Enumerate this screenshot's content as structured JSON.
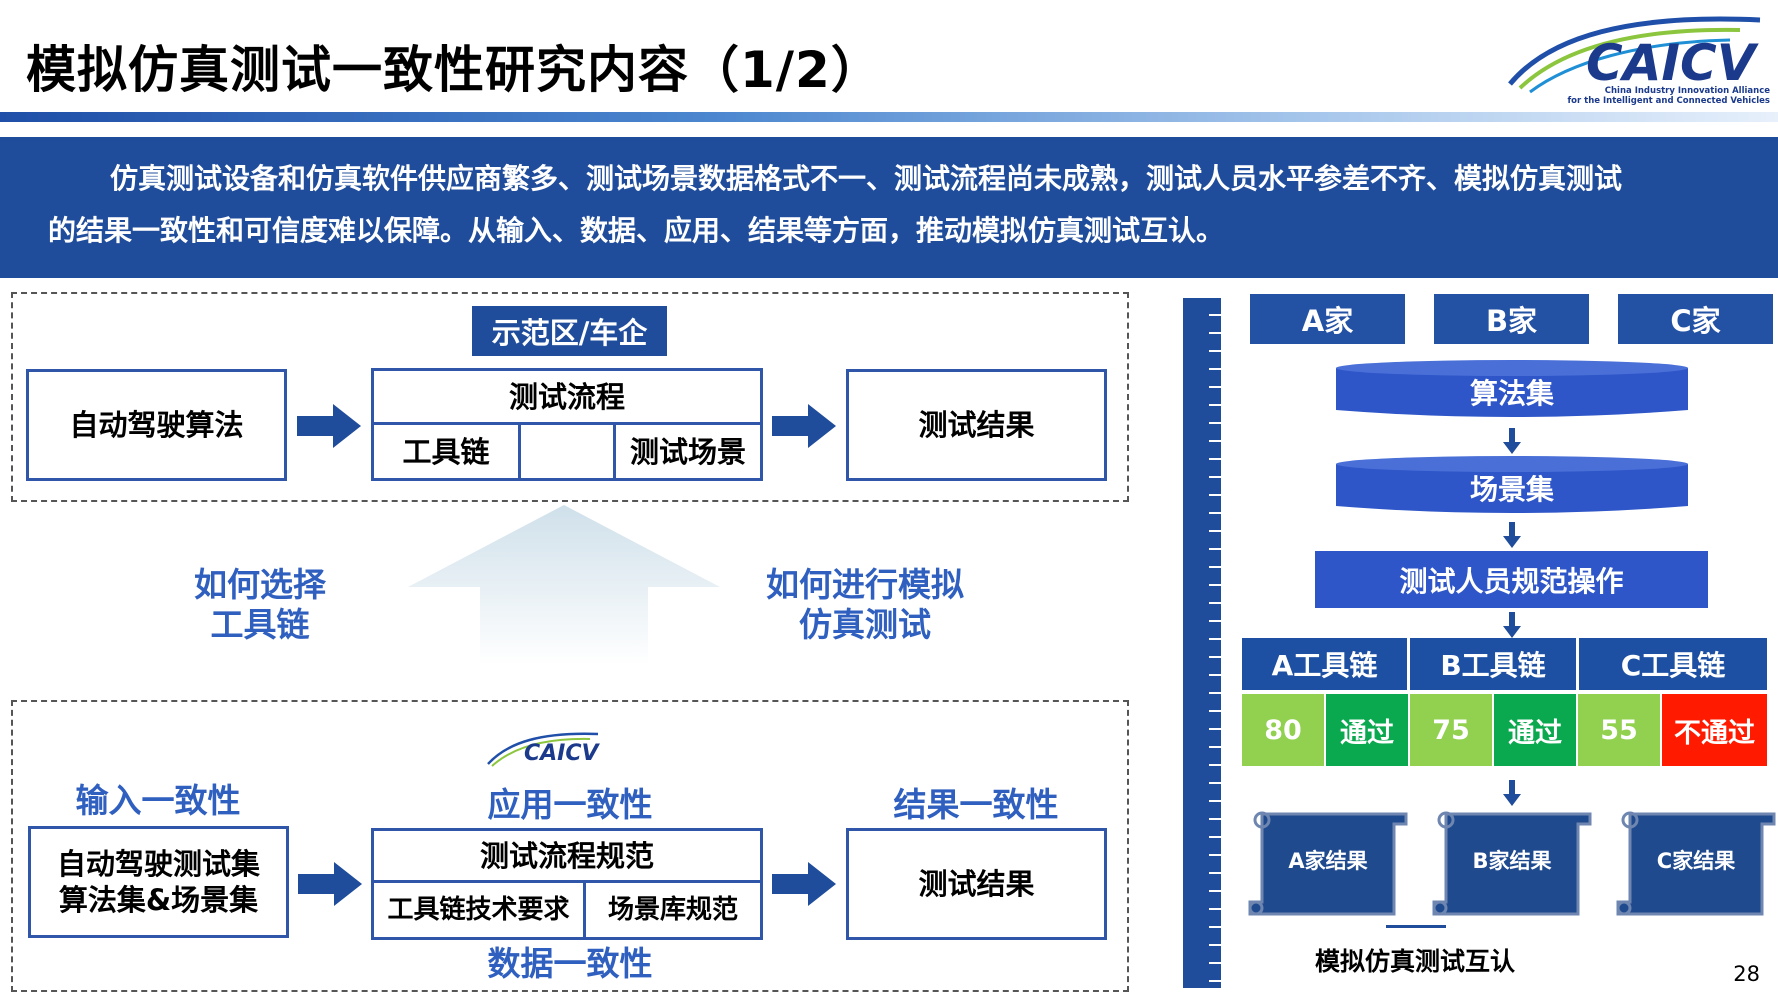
{
  "header": {
    "title": "模拟仿真测试一致性研究内容（1/2）",
    "logo_text": "CAICV",
    "logo_sub": [
      "China Industry Innovation Alliance",
      "for the Intelligent and Connected Vehicles"
    ]
  },
  "banner": {
    "line1": "仿真测试设备和仿真软件供应商繁多、测试场景数据格式不一、测试流程尚未成熟，测试人员水平参差不齐、模拟仿真测试",
    "line2": "的结果一致性和可信度难以保障。从输入、数据、应用、结果等方面，推动模拟仿真测试互认。"
  },
  "top_panel": {
    "tag": "示范区/车企",
    "algorithm": "自动驾驶算法",
    "process": "测试流程",
    "toolchain": "工具链",
    "scenario": "测试场景",
    "result": "测试结果"
  },
  "middle": {
    "left_question": [
      "如何选择",
      "工具链"
    ],
    "right_question": [
      "如何进行模拟",
      "仿真测试"
    ]
  },
  "bottom_panel": {
    "logo_text": "CAICV",
    "input_title": "输入一致性",
    "input_box": [
      "自动驾驶测试集",
      "算法集&场景集"
    ],
    "app_title": "应用一致性",
    "spec": "测试流程规范",
    "tool_req": "工具链技术要求",
    "lib_spec": "场景库规范",
    "result_title": "结果一致性",
    "result_box": "测试结果",
    "data_title": "数据一致性"
  },
  "right_panel": {
    "companies": [
      "A家",
      "B家",
      "C家"
    ],
    "algo_set": "算法集",
    "scene_set": "场景集",
    "operation": "测试人员规范操作",
    "tools": [
      "A工具链",
      "B工具链",
      "C工具链"
    ],
    "scores": [
      {
        "score": "80",
        "status": "通过",
        "status_color": "#0aa84f"
      },
      {
        "score": "75",
        "status": "通过",
        "status_color": "#0aa84f"
      },
      {
        "score": "55",
        "status": "不通过",
        "status_color": "#ff1a00"
      }
    ],
    "score_color": "#92d050",
    "results": [
      "A家结果",
      "B家结果",
      "C家结果"
    ],
    "conclusion": "模拟仿真测试互认"
  },
  "page_number": "28",
  "colors": {
    "brand_blue": "#1f4c9b",
    "box_border": "#2f56a8",
    "text_blue": "#2f5fbf"
  }
}
